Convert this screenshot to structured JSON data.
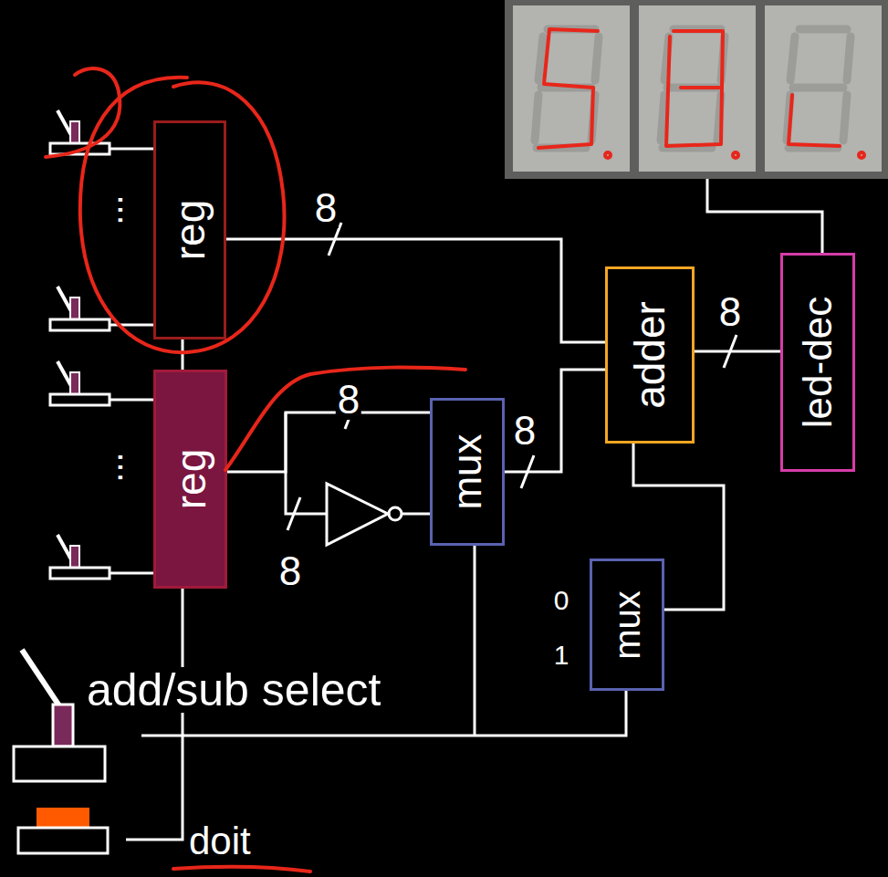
{
  "diagram": {
    "nodes": [
      {
        "text": [
          "reg"
        ]
      },
      {
        "text": [
          "reg"
        ]
      },
      {
        "text": [
          "mux"
        ]
      },
      {
        "text": [
          "adder"
        ]
      },
      {
        "text": [
          "led-dec"
        ]
      },
      {
        "text": [
          "mux"
        ]
      }
    ],
    "edges": [
      {
        "from": 0,
        "to": 3,
        "arrow": "none"
      },
      {
        "from": 1,
        "to": 2,
        "arrow": "none"
      },
      {
        "from": 2,
        "to": 3,
        "arrow": "none"
      },
      {
        "from": 3,
        "to": 4,
        "arrow": "none"
      },
      {
        "from": 5,
        "to": 3,
        "arrow": "none"
      }
    ],
    "labels": [
      "...",
      "...",
      "8",
      "8",
      "8",
      "8",
      "8",
      "0",
      "1",
      "add/sub select",
      "doit"
    ]
  }
}
